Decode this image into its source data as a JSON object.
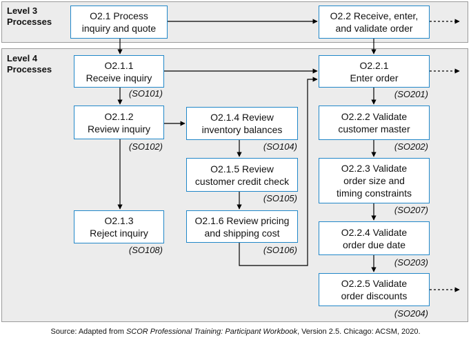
{
  "levels": {
    "level3": "Level 3\nProcesses",
    "level4": "Level 4\nProcesses"
  },
  "processes": {
    "p21": "O2.1 Process\ninquiry and quote",
    "p22": "O2.2 Receive, enter,\nand validate order",
    "p211": "O2.1.1\nReceive inquiry",
    "p212": "O2.1.2\nReview inquiry",
    "p213": "O2.1.3\nReject inquiry",
    "p214": "O2.1.4 Review\ninventory balances",
    "p215": "O2.1.5 Review\ncustomer credit check",
    "p216": "O2.1.6 Review pricing\nand shipping cost",
    "p221": "O2.2.1\nEnter order",
    "p222": "O2.2.2 Validate\ncustomer master",
    "p223": "O2.2.3 Validate\norder size and\ntiming constraints",
    "p224": "O2.2.4 Validate\norder due date",
    "p225": "O2.2.5 Validate\norder discounts"
  },
  "codes": {
    "p211": "(SO101)",
    "p212": "(SO102)",
    "p213": "(SO108)",
    "p214": "(SO104)",
    "p215": "(SO105)",
    "p216": "(SO106)",
    "p221": "(SO201)",
    "p222": "(SO202)",
    "p223": "(SO207)",
    "p224": "(SO203)",
    "p225": "(SO204)"
  },
  "source": {
    "prefix": "Source: Adapted from ",
    "title": "SCOR Professional Training: Participant Workbook",
    "suffix": ", Version 2.5. Chicago: ACSM, 2020."
  },
  "colors": {
    "box_border": "#1f86c8",
    "band_fill": "#ececec",
    "arrow": "#000000"
  }
}
